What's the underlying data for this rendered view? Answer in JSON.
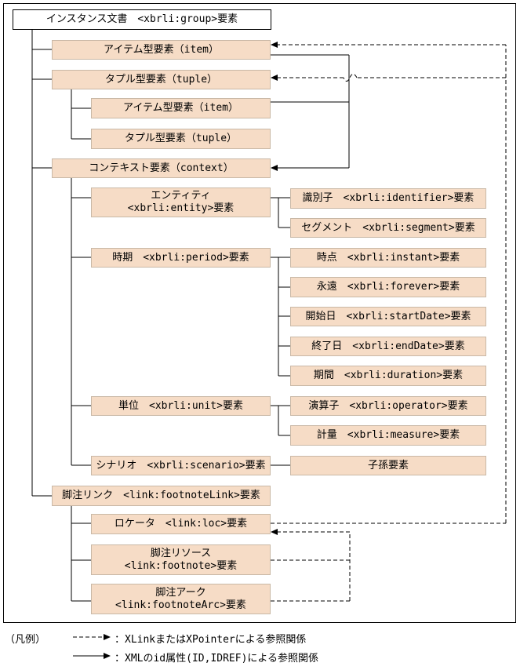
{
  "nodes": {
    "root": "インスタンス文書　<xbrli:group>要素",
    "item": "アイテム型要素（item）",
    "tuple": "タプル型要素（tuple）",
    "tuple_item": "アイテム型要素（item）",
    "tuple_tuple": "タプル型要素（tuple）",
    "context": "コンテキスト要素（context）",
    "entity_line1": "エンティティ",
    "entity_line2": "<xbrli:entity>要素",
    "identifier": "識別子　<xbrli:identifier>要素",
    "segment": "セグメント　<xbrli:segment>要素",
    "period": "時期　<xbrli:period>要素",
    "instant": "時点　<xbrli:instant>要素",
    "forever": "永遠　<xbrli:forever>要素",
    "startDate": "開始日　<xbrli:startDate>要素",
    "endDate": "終了日　<xbrli:endDate>要素",
    "duration": "期間　<xbrli:duration>要素",
    "unit": "単位　<xbrli:unit>要素",
    "operator": "演算子　<xbrli:operator>要素",
    "measure": "計量　<xbrli:measure>要素",
    "scenario": "シナリオ　<xbrli:scenario>要素",
    "descendant": "子孫要素",
    "footnoteLink": "脚注リンク　<link:footnoteLink>要素",
    "loc": "ロケータ　<link:loc>要素",
    "footnote_line1": "脚注リソース",
    "footnote_line2": "<link:footnote>要素",
    "footnoteArc_line1": "脚注アーク",
    "footnoteArc_line2": "<link:footnoteArc>要素"
  },
  "legend": {
    "title": "（凡例）",
    "dashed_label": "：XLinkまたはXPointerによる参照関係",
    "solid_label": "：XMLのid属性(ID,IDREF)による参照関係"
  }
}
